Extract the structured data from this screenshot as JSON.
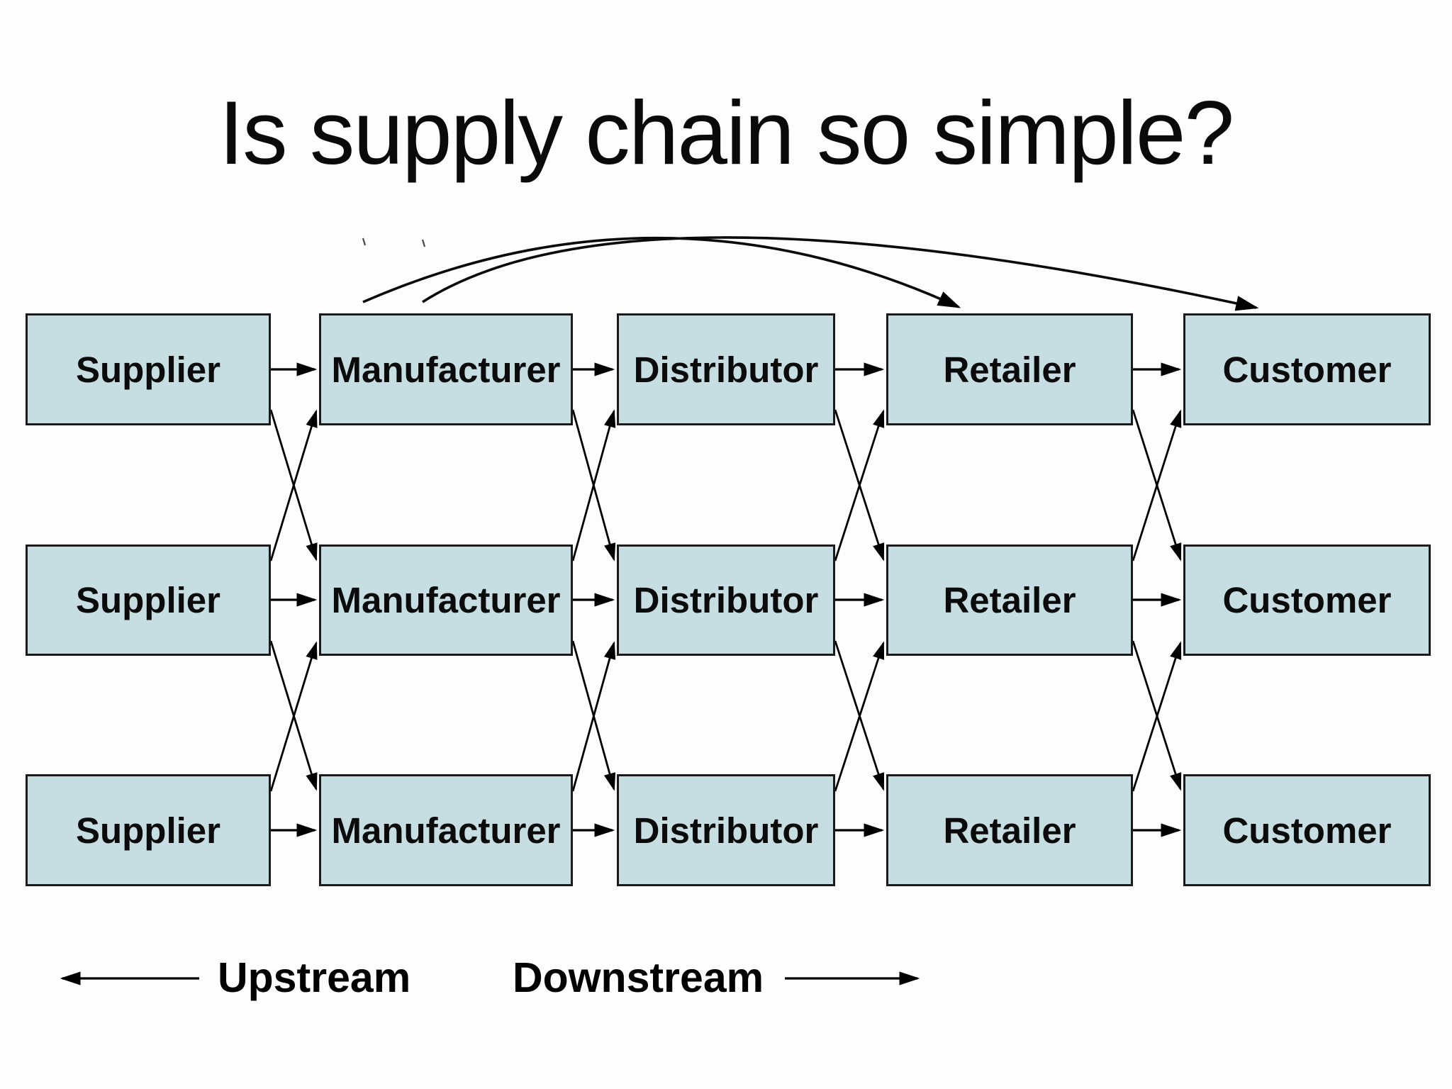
{
  "slide": {
    "title": "Is supply chain so simple?"
  },
  "chain": {
    "stages": [
      "Supplier",
      "Manufacturer",
      "Distributor",
      "Retailer",
      "Customer"
    ],
    "row_count": 3,
    "flow_links": {
      "horizontal": "each stage feeds the next stage in the same row",
      "diagonal": "each stage also feeds the next stage in the adjacent rows (crossing arrows in every column gap)",
      "skip_level": [
        "Manufacturer to Retailer arc",
        "Manufacturer to Customer arc"
      ]
    }
  },
  "legend": {
    "upstream": "Upstream",
    "downstream": "Downstream"
  },
  "colors": {
    "background": "#fdfdfd",
    "box_fill": "#c6dee1",
    "box_border": "#1a1a1a",
    "arrow": "#000000",
    "text": "#0a0a0a"
  }
}
